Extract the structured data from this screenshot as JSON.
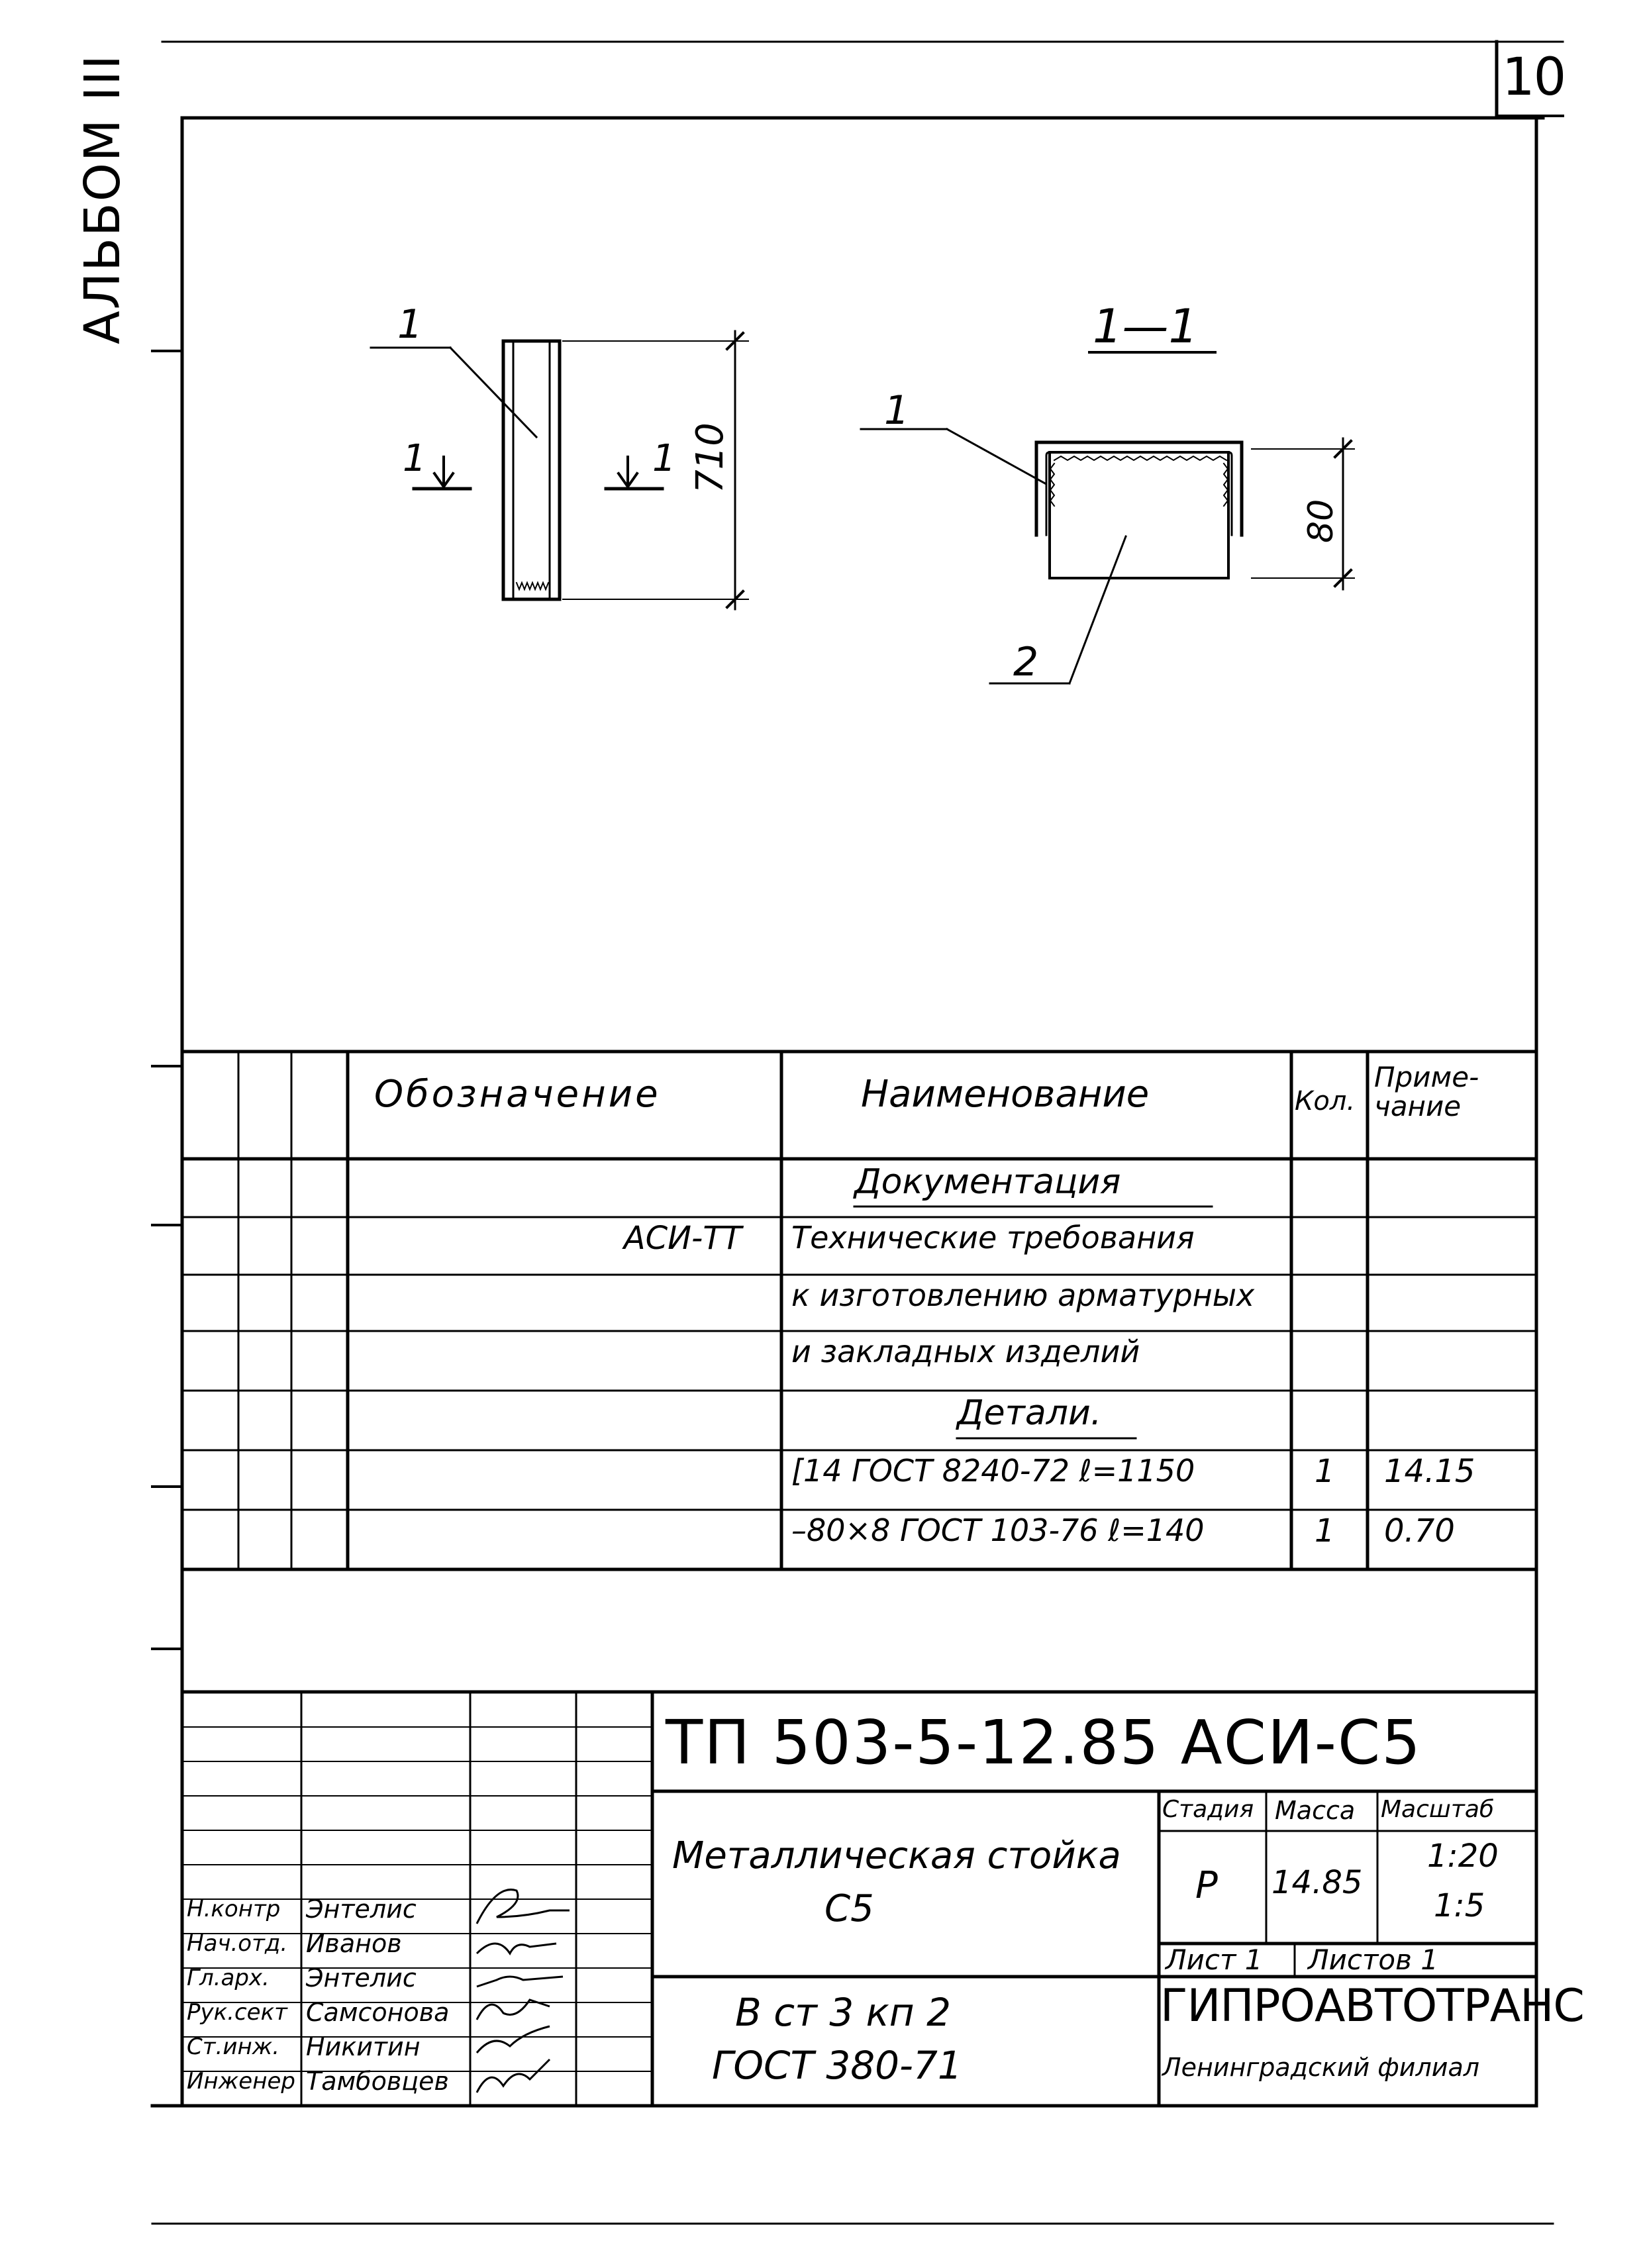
{
  "sheet": {
    "page_number": "10",
    "album_label": "АЛЬБОМ III"
  },
  "drawing": {
    "section_title": "1—1",
    "left_view": {
      "callout": "1",
      "section_mark_left": "1",
      "section_mark_right": "1",
      "height_dim": "710"
    },
    "section_view": {
      "callout_top": "1",
      "callout_bottom": "2",
      "height_dim": "80"
    }
  },
  "spec": {
    "headers": {
      "designation": "Обозначение",
      "name": "Наименование",
      "qty": "Кол.",
      "note": "Приме-\nчание"
    },
    "rows": [
      {
        "designation": "",
        "name": "Документация",
        "qty": "",
        "note": "",
        "underline": true,
        "center": true
      },
      {
        "designation": "АСИ-ТТ",
        "name": "Технические требования",
        "qty": "",
        "note": ""
      },
      {
        "designation": "",
        "name": "к изготовлению арматурных",
        "qty": "",
        "note": ""
      },
      {
        "designation": "",
        "name": "и закладных изделий",
        "qty": "",
        "note": ""
      },
      {
        "designation": "",
        "name": "Детали.",
        "qty": "",
        "note": "",
        "underline": true,
        "center": true
      },
      {
        "designation": "",
        "name": "[14 ГОСТ 8240-72 ℓ=1150",
        "qty": "1",
        "note": "14.15"
      },
      {
        "designation": "",
        "name": "–80×8 ГОСТ 103-76 ℓ=140",
        "qty": "1",
        "note": "0.70"
      }
    ]
  },
  "title_block": {
    "code": "ТП 503-5-12.85 АСИ-С5",
    "item_name_line1": "Металлическая стойка",
    "item_name_line2": "С5",
    "material_line1": "В ст 3 кп 2",
    "material_line2": "ГОСТ 380-71",
    "stage_label": "Стадия",
    "mass_label": "Масса",
    "scale_label": "Масштаб",
    "stage_value": "Р",
    "mass_value": "14.85",
    "scale_value_1": "1:20",
    "scale_value_2": "1:5",
    "sheet_label": "Лист 1",
    "sheets_label": "Листов 1",
    "organization": "ГИПРОАВТОТРАНС",
    "branch": "Ленинградский филиал",
    "signatories": [
      {
        "role": "Н.контр",
        "name": "Энтелис"
      },
      {
        "role": "Нач.отд.",
        "name": "Иванов"
      },
      {
        "role": "Гл.арх.",
        "name": "Энтелис"
      },
      {
        "role": "Рук.сект",
        "name": "Самсонова"
      },
      {
        "role": "Ст.инж.",
        "name": "Никитин"
      },
      {
        "role": "Инженер",
        "name": "Тамбовцев"
      }
    ]
  }
}
